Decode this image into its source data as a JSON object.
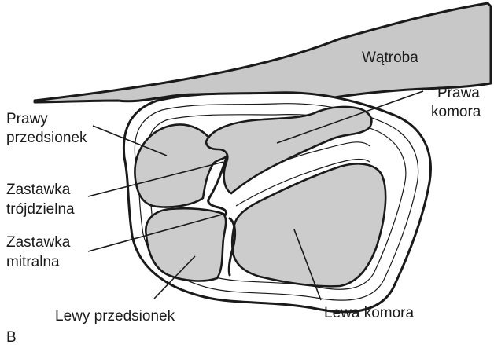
{
  "figure_letter": "B",
  "colors": {
    "line": "#1a1a1a",
    "chamber_fill": "#cccccc",
    "liver_fill": "#c8c8c8",
    "background": "#ffffff"
  },
  "labels": {
    "liver": "Wątroba",
    "right_atrium_line1": "Prawy",
    "right_atrium_line2": "przedsionek",
    "right_ventricle_line1": "Prawa",
    "right_ventricle_line2": "komora",
    "tricuspid_line1": "Zastawka",
    "tricuspid_line2": "trójdzielna",
    "mitral_line1": "Zastawka",
    "mitral_line2": "mitralna",
    "left_atrium": "Lewy przedsionek",
    "left_ventricle": "Lewa komora"
  }
}
